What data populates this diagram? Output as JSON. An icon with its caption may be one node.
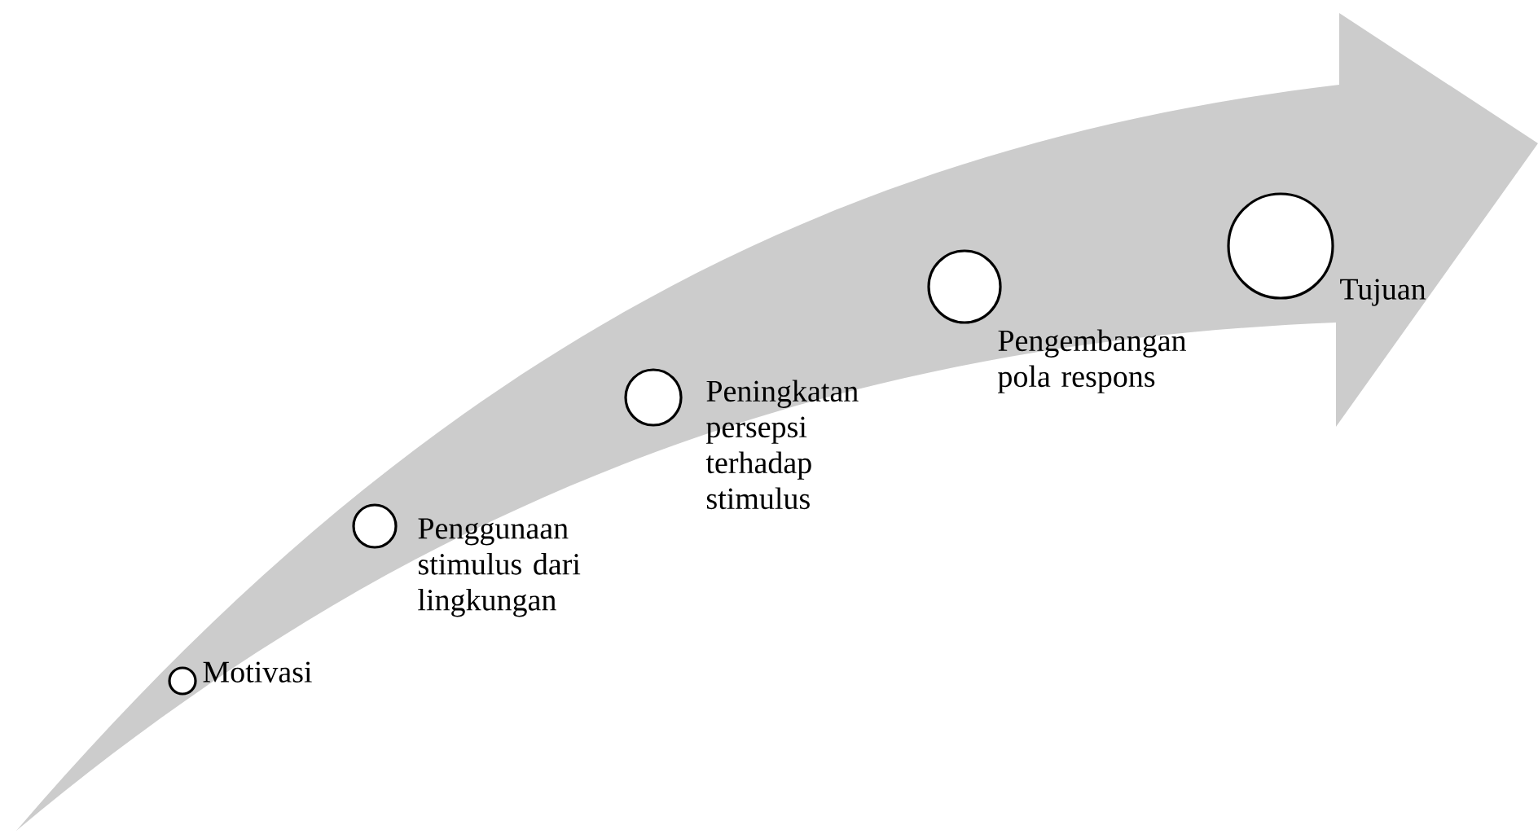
{
  "diagram": {
    "nodes": [
      {
        "text": [],
        "shape": "circle",
        "beside": [
          "Motivasi"
        ]
      },
      {
        "text": [],
        "shape": "circle",
        "beside": [
          "Penggunaan stimulus dari lingkungan"
        ]
      },
      {
        "text": [],
        "shape": "circle",
        "beside": [
          "Peningkatan persepsi terhadap stimulus"
        ]
      },
      {
        "text": [],
        "shape": "circle",
        "beside": [
          "Pengembangan pola respons"
        ]
      },
      {
        "text": [],
        "shape": "circle",
        "beside": [
          "Tujuan"
        ]
      }
    ]
  }
}
